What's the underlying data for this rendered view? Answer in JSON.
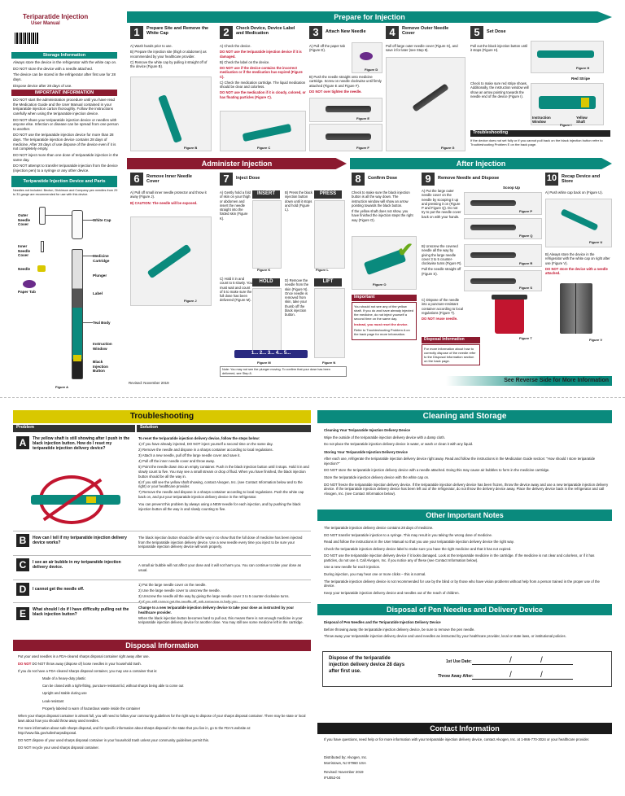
{
  "product": {
    "title": "Teriparatide Injection",
    "subtitle": "User Manual"
  },
  "storage": {
    "heading": "Storage Information",
    "lines": [
      "Always store the device in the refrigerator with the white cap on.",
      "DO NOT store the device with a needle attached.",
      "The device can be stored in the refrigerator after first use for 28 days.",
      "Dispose device after 28 days of use."
    ]
  },
  "important": {
    "heading": "IMPORTANT INFORMATION",
    "lines": [
      "DO NOT start the administration procedure until you have read the Medication Guide and the User Manual contained in your teriparatide injection carton thoroughly. Follow the instructions carefully when using the teriparatide injection device.",
      "DO NOT share your teriparatide injection device or needles with anyone else. Infection or disease can be spread from one person to another.",
      "DO NOT use the teriparatide injection device for more than 28 days. The teriparatide injection device contains 28 days of medicine. After 28 days of use dispose of the device even if it is not completely empty.",
      "DO NOT inject more than one dose of teriparatide injection in the same day.",
      "DO NOT attempt to transfer teriparatide injection from the device (injection pen) to a syringe or any other device."
    ]
  },
  "parts": {
    "heading": "Teriparatide Injection Device and Parts",
    "note": "Needles not included. Becton, Dickinson and Company pen needles from 29 to 31 gauge are recommended for use with this device.",
    "labels": [
      "Outer Needle Cover",
      "Inner Needle Cover",
      "Needle",
      "Paper Tab",
      "White Cap",
      "Medicine Cartridge",
      "Plunger",
      "Label",
      "Teal Body",
      "Instruction Window",
      "Black Injection Button"
    ],
    "figure": "Figure A"
  },
  "prepare": {
    "heading": "Prepare for Injection",
    "steps": [
      {
        "num": "1",
        "title": "Prepare Site and Remove the White Cap",
        "text": [
          "A) Wash hands prior to use.",
          "B) Prepare the injection site (thigh or abdomen) as recommended by your healthcare provider.",
          "C) Remove the white cap by pulling it straight off of the device (Figure B)."
        ],
        "fig": "Figure B"
      },
      {
        "num": "2",
        "title": "Check Device, Device Label and Medication",
        "text": [
          "A) Check the device.",
          "DO NOT use the teriparatide injection device if it is damaged.",
          "B) Check the label on the device.",
          "DO NOT use if the device contains the incorrect medication or if the medication has expired (Figure C).",
          "C) Check the medication cartridge. The liquid medication should be clear and colorless.",
          "DO NOT use the medication if it is cloudy, colored, or has floating particles (Figure C)."
        ],
        "fig": "Figure C"
      },
      {
        "num": "3",
        "title": "Attach New Needle",
        "text": [
          "A) Pull off the paper tab (Figure D).",
          "B) Push the needle straight onto medicine cartridge. Screw on needle clockwise until firmly attached (Figure E and Figure F).",
          "DO NOT over tighten the needle."
        ],
        "figs": [
          "Figure D",
          "Figure E",
          "Figure F"
        ]
      },
      {
        "num": "4",
        "title": "Remove Outer Needle Cover",
        "text": [
          "Pull off large outer needle cover (Figure G), and save it for later (see Step 9)."
        ],
        "fig": "Figure G"
      },
      {
        "num": "5",
        "title": "Set Dose",
        "text": [
          "Pull out the black injection button until it stops (Figure H).",
          "Check to make sure red stripe shows. Additionally, the instruction window will show an arrow pointing towards the needle end of the device (Figure I)."
        ],
        "figs": [
          "Figure H",
          "Figure I"
        ],
        "labels": [
          "Red Stripe",
          "Instruction Window",
          "Yellow Shaft"
        ]
      }
    ],
    "troubleshooting": {
      "heading": "Troubleshooting",
      "text": "If the device does not set fully or if you cannot pull back on the black injection button refer to Troubleshooting Problem E on the back page."
    }
  },
  "administer": {
    "heading": "Administer Injection",
    "steps": [
      {
        "num": "6",
        "title": "Remove Inner Needle Cover",
        "text": [
          "A) Pull off small inner needle protector and throw it away (Figure J).",
          "B) CAUTION: The needle will be exposed."
        ],
        "fig": "Figure J"
      },
      {
        "num": "7",
        "title": "Inject Dose",
        "text": [
          "A) Gently hold a fold of skin on your thigh or abdomen and insert the needle straight into the folded skin (Figure K).",
          "B) Press the black injection button down until it stops and hold (Figure L).",
          "C) Hold it in and count to 5 slowly. You must wait and count of 5 to make sure the full dose has been delivered (Figure M).",
          "D) Remove the needle from the skin (Figure N). Once needle is removed from skin, take your thumb off the black injection button."
        ],
        "tags": [
          "INSERT",
          "PRESS",
          "HOLD",
          "LIFT"
        ],
        "figs": [
          "Figure K",
          "Figure L",
          "Figure M",
          "Figure N"
        ],
        "count": "1... 2... 3... 4... 5...",
        "note": "Note: You may not see the plunger moving. To confirm that your dose has been delivered, see Step 8."
      }
    ]
  },
  "after": {
    "heading": "After Injection",
    "steps": [
      {
        "num": "8",
        "title": "Confirm Dose",
        "text": [
          "Check to make sure the black injection button is all the way down. The instruction window will show an arrow pointing towards the black button.",
          "If the yellow shaft does not show, you have finished the injection steps the right way (Figure O)."
        ],
        "fig": "Figure O",
        "important_heading": "Important",
        "important_text": [
          "You should not see any of the yellow shaft. If you do and have already injected the medicine, do not inject yourself a second time on the same day.",
          "Instead, you must reset the device.",
          "Refer to Troubleshooting Problem A on the back page for more information."
        ]
      },
      {
        "num": "9",
        "title": "Remove Needle and Dispose",
        "text": [
          "A) Put the large outer needle cover on the needle by scooping it up and pressing it on (Figure P and Figure Q). Do not try to put the needle cover back on with your hands.",
          "B) Unscrew the covered needle all the way by giving the large needle cover 3 to 5 counter-clockwise turns (Figure R).",
          "Pull the needle straight off (Figure S).",
          "C) Dispose of the needle into a puncture-resistant container according to local regulations (Figure T).",
          "DO NOT reuse needle."
        ],
        "figs": [
          "Figure P",
          "Figure Q",
          "Figure R",
          "Figure S",
          "Figure T"
        ],
        "scoop": "Scoop Up",
        "disposal_heading": "Disposal Information",
        "disposal_text": "For more information about how to correctly dispose of the needle refer to the Disposal Information section on the back page."
      },
      {
        "num": "10",
        "title": "Recap Device and Store",
        "text": [
          "A) Push white cap back on (Figure U).",
          "B) Always store the device in the refrigerator with the white cap on right after use (Figure V).",
          "DO NOT store the device with a needle attached."
        ],
        "figs": [
          "Figure U",
          "Figure V"
        ]
      }
    ],
    "reverse": "See Reverse Side for More Information",
    "revised": "Revised: November 2019"
  },
  "troubleshooting": {
    "heading": "Troubleshooting",
    "col_problem": "Problem",
    "col_solution": "Solution",
    "rows": [
      {
        "letter": "A",
        "problem": "The yellow shaft is still showing after I push in the black injection button. How do I reset my teriparatide injection delivery device?",
        "solution": [
          "To reset the teriparatide injection delivery device, follow the steps below:",
          "1) If you have already injected, DO NOT inject yourself a second time on the same day.",
          "2) Remove the needle and dispose in a sharps container according to local regulations.",
          "3) Attach a new needle, pull off the large needle cover and save it.",
          "4) Pull off the inner needle cover and throw away.",
          "5) Point the needle down into an empty container. Push in the black injection button until it stops. Hold it in and slowly count to five. You may see a small stream or drop of fluid. When you have finished, the black injection button should be all the way in.",
          "6) If you still see the yellow shaft showing, contact Alvogen, Inc. (see Contact Information below and to the right) or your healthcare provider.",
          "7) Remove the needle and dispose in a sharps container according to local regulations. Push the white cap back on, and put your teriparatide injection delivery device in the refrigerator.",
          "You can prevent this problem by always using a NEW needle for each injection, and by pushing the black injection button all the way in and slowly counting to five."
        ]
      },
      {
        "letter": "B",
        "problem": "How can I tell if my teriparatide injection delivery device works?",
        "solution": [
          "The black injection button should be all the way in to show that the full dose of medicine has been injected from the teriparatide injection delivery device. Use a new needle every time you inject to be sure your teriparatide injection delivery device will work properly."
        ]
      },
      {
        "letter": "C",
        "problem": "I see an air bubble in my teriparatide injection delivery device.",
        "solution": [
          "A small air bubble will not affect your dose and it will not harm you. You can continue to take your dose as usual."
        ]
      },
      {
        "letter": "D",
        "problem": "I cannot get the needle off.",
        "solution": [
          "1) Put the large needle cover on the needle.",
          "2) Use the large needle cover to unscrew the needle.",
          "3) Unscrew the needle all the way by giving the large needle cover 3 to 5 counter-clockwise turns.",
          "4) If you still cannot get the needle off, ask someone to help you."
        ]
      },
      {
        "letter": "E",
        "problem": "What should I do if I have difficulty pulling out the black injection button?",
        "solution": [
          "Change to a new teriparatide injection delivery device to take your dose as instructed by your healthcare provider.",
          "When the black injection button becomes hard to pull out, this means there is not enough medicine in your teriparatide injection delivery device for another dose. You may still see some medicine left in the cartridge."
        ]
      }
    ]
  },
  "cleaning": {
    "heading": "Cleaning and Storage",
    "sub1": "Cleaning Your Teriparatide Injection Delivery Device",
    "list1": [
      "Wipe the outside of the teriparatide injection delivery device with a damp cloth.",
      "Do not place the teriparatide injection delivery device in water, or wash or clean it with any liquid."
    ],
    "sub2": "Storing Your Teriparatide Injection Delivery Device",
    "list2": [
      "After each use, refrigerate the teriparatide injection delivery device right away. Read and follow the instructions in the Medication Guide section: \"How should I store teriparatide injection?\"",
      "DO NOT store the teriparatide injection delivery device with a needle attached. Doing this may cause air bubbles to form in the medicine cartridge.",
      "Store the teriparatide injection delivery device with the white cap on.",
      "DO NOT freeze the teriparatide injection delivery device. If the teriparatide injection delivery device has been frozen, throw the device away and use a new teriparatide injection delivery device. If the teriparatide injection delivery device has been left out of the refrigerator, do not throw the delivery device away. Place the delivery device back in the refrigerator and call Alvogen, Inc. (see Contact Information below)."
    ]
  },
  "notes": {
    "heading": "Other Important Notes",
    "list": [
      "The teriparatide injection delivery device contains 28 days of medicine.",
      "DO NOT transfer teriparatide injection to a syringe. This may result in you taking the wrong dose of medicine.",
      "Read and follow the instructions in the User Manual so that you use your teriparatide injection delivery device the right way.",
      "Check the teriparatide injection delivery device label to make sure you have the right medicine and that it has not expired.",
      "DO NOT use the teriparatide injection delivery device if it looks damaged. Look at the teriparatide medicine in the cartridge. If the medicine is not clear and colorless, or if it has particles, do not use it. Call Alvogen, Inc. if you notice any of these (see Contact Information below).",
      "Use a new needle for each injection.",
      "During injection, you may hear one or more clicks – this is normal.",
      "The teriparatide injection delivery device is not recommended for use by the blind or by those who have vision problems without help from a person trained in the proper use of the device.",
      "Keep your teriparatide injection delivery device and needles out of the reach of children."
    ]
  },
  "pendisposal": {
    "heading": "Disposal of Pen Needles and Delivery Device",
    "sub": "Disposal of Pen Needles and the Teriparatide Injection Delivery Device",
    "list": [
      "Before throwing away the teriparatide injection delivery device, be sure to remove the pen needle.",
      "Throw away your teriparatide injection delivery device and used needles as instructed by your healthcare provider, local or state laws, or institutional policies."
    ],
    "box_text": "Dispose of the teriparatide injection delivery device 28 days after first use.",
    "first_use": "1st Use Date:",
    "throw_away": "Throw Away After:"
  },
  "disposal": {
    "heading": "Disposal Information",
    "lines": [
      "Put your used needles in a FDA-cleared sharps disposal container right away after use.",
      "DO NOT throw away (dispose of) loose needles in your household trash.",
      "If you do not have a FDA-cleared sharps disposal container, you may use a container that is:"
    ],
    "bullets": [
      "Made of a heavy-duty plastic",
      "Can be closed with a tight-fitting, puncture-resistant lid, without sharps being able to come out",
      "Upright and stable during use",
      "Leak-resistant",
      "Properly labeled to warn of hazardous waste inside the container"
    ],
    "lines2": [
      "When your sharps disposal container is almost full, you will need to follow your community guidelines for the right way to dispose of your sharps disposal container. There may be state or local laws about how you should throw away used needles.",
      "For more information about safe sharps disposal, and for specific information about sharps disposal in the state that you live in, go to the FDA's website at: http://www.fda.gov/safesharpsdisposal.",
      "DO NOT dispose of your used sharps disposal container in your household trash unless your community guidelines permit this.",
      "DO NOT recycle your used sharps disposal container."
    ]
  },
  "contact": {
    "heading": "Contact Information",
    "text": "If you have questions, need help or for more information with your teriparatide injection delivery device, contact Alvogen, Inc. at 1-866-770-3024 or your healthcare provider.",
    "dist": [
      "Distributed by: Alvogen, Inc.",
      "Morristown, NJ 07960 USA"
    ],
    "revised": [
      "Revised: November 2019",
      "IFU052-04"
    ]
  }
}
